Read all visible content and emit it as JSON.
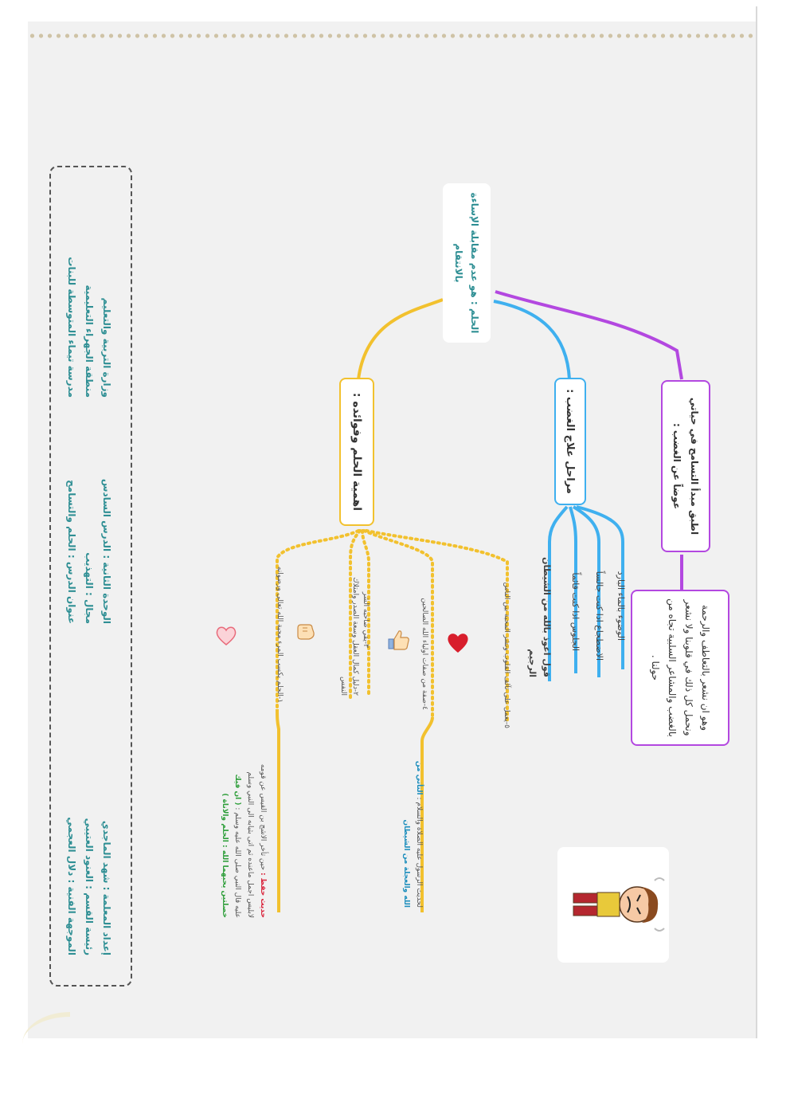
{
  "header": {
    "ministry_lines": [
      "وزارة التربية والتعليم",
      "منطقة الجهراء التعليمية",
      "مدرسة تيماء المتوسطة للبنات"
    ],
    "lesson_lines": [
      "الوحدة الثانية : الدرس السادس",
      "مجال : التهذيب",
      "عنوان الدرس : الحلم والتسامح"
    ],
    "credits_lines": [
      "إعداد المعلمة : شهد الماجدي",
      "رئيسة القسم : العنود العتيبي",
      "الموجهة الفنية : دلال العجمي"
    ]
  },
  "mindmap": {
    "root": "الحلم : هو عدم مقابلة الإساءة بالانتقام",
    "branch_importance": {
      "title": "اهمية الحلم وفوائده :",
      "items": [
        "١-الحلم يكسب المرء محبة الله تعالى ورضوانه",
        "٢-دليل كمال العقل وسعة الصدر وامتلاك النفس",
        "٣-يقي صاحبه الشر",
        "٤-صفة من صفات اولياء الله الصالحين",
        "٥-يعمل على تآلف القلوب ونشر المحبة بين الناس"
      ],
      "hadith_title": "حديث حفظ :",
      "hadith_text": "حين تأخر الاشج بن القيس عن قومه لابليس اجمل ماعنده ثم اتى بثيابه الى النبي وسلم عليه قال النبي صلى الله عليه وسلم :",
      "hadith_quote": "( ان فيك خصلتين يحبهما الله : الحلم والاناة )",
      "hadith2_text": "لحديث الرسول عليه الصلاة والسلام :",
      "hadith2_quote": "التأني من الله والعجلة من الشيطان"
    },
    "branch_anger": {
      "title": "مراحل علاج الغضب :",
      "items": [
        "قول اعوذ بالله من الشيطان الرجيم",
        "الجلوس اذا كنت قائماً",
        "الاضطجاع اذا كنت جالساً",
        "الوضوء بالماء البارد"
      ]
    },
    "branch_tolerance": {
      "title": "اطبق مبدأ التسامح في حياتي عوضاً عن الغضب :",
      "detail": "وهو ان نشعر بالتعاطف والرحمة ونحمل كل ذلك في قلوبنا ولا نشعر بالغضب والمشاعر السلبية تجاه من حولنا ."
    }
  },
  "colors": {
    "gold": "#f2c12e",
    "blue": "#3fb0ef",
    "purple": "#b348e0",
    "teal_text": "#2f8f94",
    "page_bg": "#f1f1f1"
  },
  "icons": [
    "heart-icon",
    "hand-icon",
    "thumbs-up-icon",
    "red-heart-icon",
    "angry-boy-illustration"
  ]
}
